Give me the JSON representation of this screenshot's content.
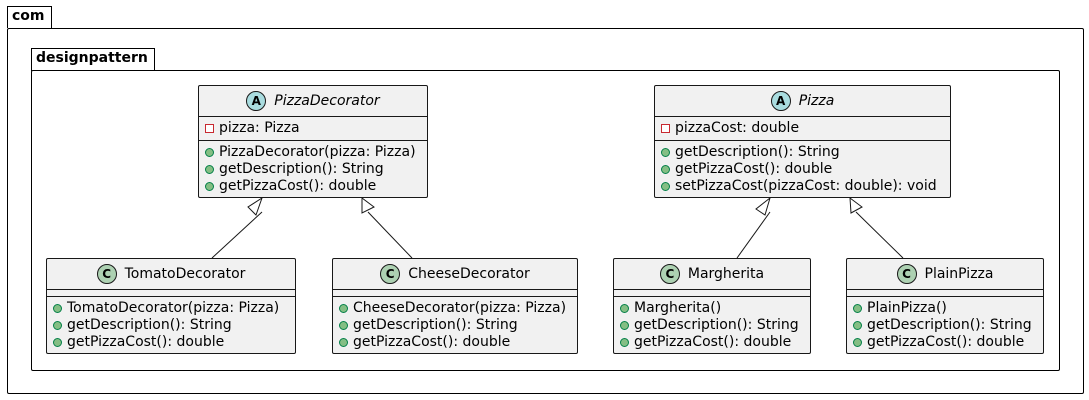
{
  "packages": {
    "outer": "com",
    "inner": "designpattern"
  },
  "classes": {
    "pizza_decorator": {
      "kind": "A",
      "name": "PizzaDecorator",
      "fields": [
        "pizza: Pizza"
      ],
      "methods": [
        "PizzaDecorator(pizza: Pizza)",
        "getDescription(): String",
        "getPizzaCost(): double"
      ]
    },
    "pizza": {
      "kind": "A",
      "name": "Pizza",
      "fields": [
        "pizzaCost: double"
      ],
      "methods": [
        "getDescription(): String",
        "getPizzaCost(): double",
        "setPizzaCost(pizzaCost: double): void"
      ]
    },
    "tomato_decorator": {
      "kind": "C",
      "name": "TomatoDecorator",
      "methods": [
        "TomatoDecorator(pizza: Pizza)",
        "getDescription(): String",
        "getPizzaCost(): double"
      ]
    },
    "cheese_decorator": {
      "kind": "C",
      "name": "CheeseDecorator",
      "methods": [
        "CheeseDecorator(pizza: Pizza)",
        "getDescription(): String",
        "getPizzaCost(): double"
      ]
    },
    "margherita": {
      "kind": "C",
      "name": "Margherita",
      "methods": [
        "Margherita()",
        "getDescription(): String",
        "getPizzaCost(): double"
      ]
    },
    "plain_pizza": {
      "kind": "C",
      "name": "PlainPizza",
      "methods": [
        "PlainPizza()",
        "getDescription(): String",
        "getPizzaCost(): double"
      ]
    }
  },
  "relations": [
    {
      "from": "TomatoDecorator",
      "to": "PizzaDecorator",
      "type": "extends"
    },
    {
      "from": "CheeseDecorator",
      "to": "PizzaDecorator",
      "type": "extends"
    },
    {
      "from": "Margherita",
      "to": "Pizza",
      "type": "extends"
    },
    {
      "from": "PlainPizza",
      "to": "Pizza",
      "type": "extends"
    }
  ],
  "colors": {
    "class_fill": "#f1f1f1",
    "abstract_badge": "#a9dcdf",
    "class_badge": "#add1b2",
    "private_marker": "#c82930",
    "public_marker": "#84be84"
  }
}
